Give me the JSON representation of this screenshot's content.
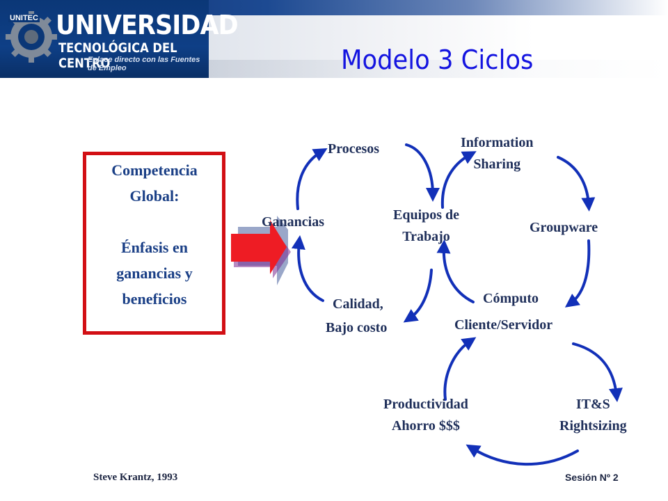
{
  "header": {
    "logo_badge": "UNITEC",
    "logo_title": "UNIVERSIDAD",
    "logo_subtitle": "TECNOLÓGICA DEL CENTRO",
    "logo_tagline": "Enlace directo con las Fuentes de Empleo"
  },
  "slide": {
    "title": "Modelo 3 Ciclos"
  },
  "box": {
    "line1": "Competencia",
    "line2": "Global:",
    "line3": "Énfasis en",
    "line4": "ganancias y",
    "line5": "beneficios"
  },
  "cycle1": {
    "procesos": "Procesos",
    "ganancias": "Ganancias",
    "calidad": "Calidad,",
    "bajo_costo": "Bajo costo"
  },
  "cycle2": {
    "info_1": "Information",
    "info_2": "Sharing",
    "equipos_1": "Equipos de",
    "equipos_2": "Trabajo",
    "groupware": "Groupware",
    "computo_1": "Cómputo",
    "computo_2": "Cliente/Servidor"
  },
  "cycle3": {
    "prod_1": "Productividad",
    "prod_2": "Ahorro $$$",
    "its_1": "IT&S",
    "its_2": "Rightsizing"
  },
  "footer": {
    "author": "Steve Krantz, 1993",
    "session": "Sesión Nº 2"
  },
  "colors": {
    "title_blue": "#1414e0",
    "arrow_blue": "#1230b8",
    "box_red": "#d20f14",
    "box_text": "#1a3f86"
  }
}
